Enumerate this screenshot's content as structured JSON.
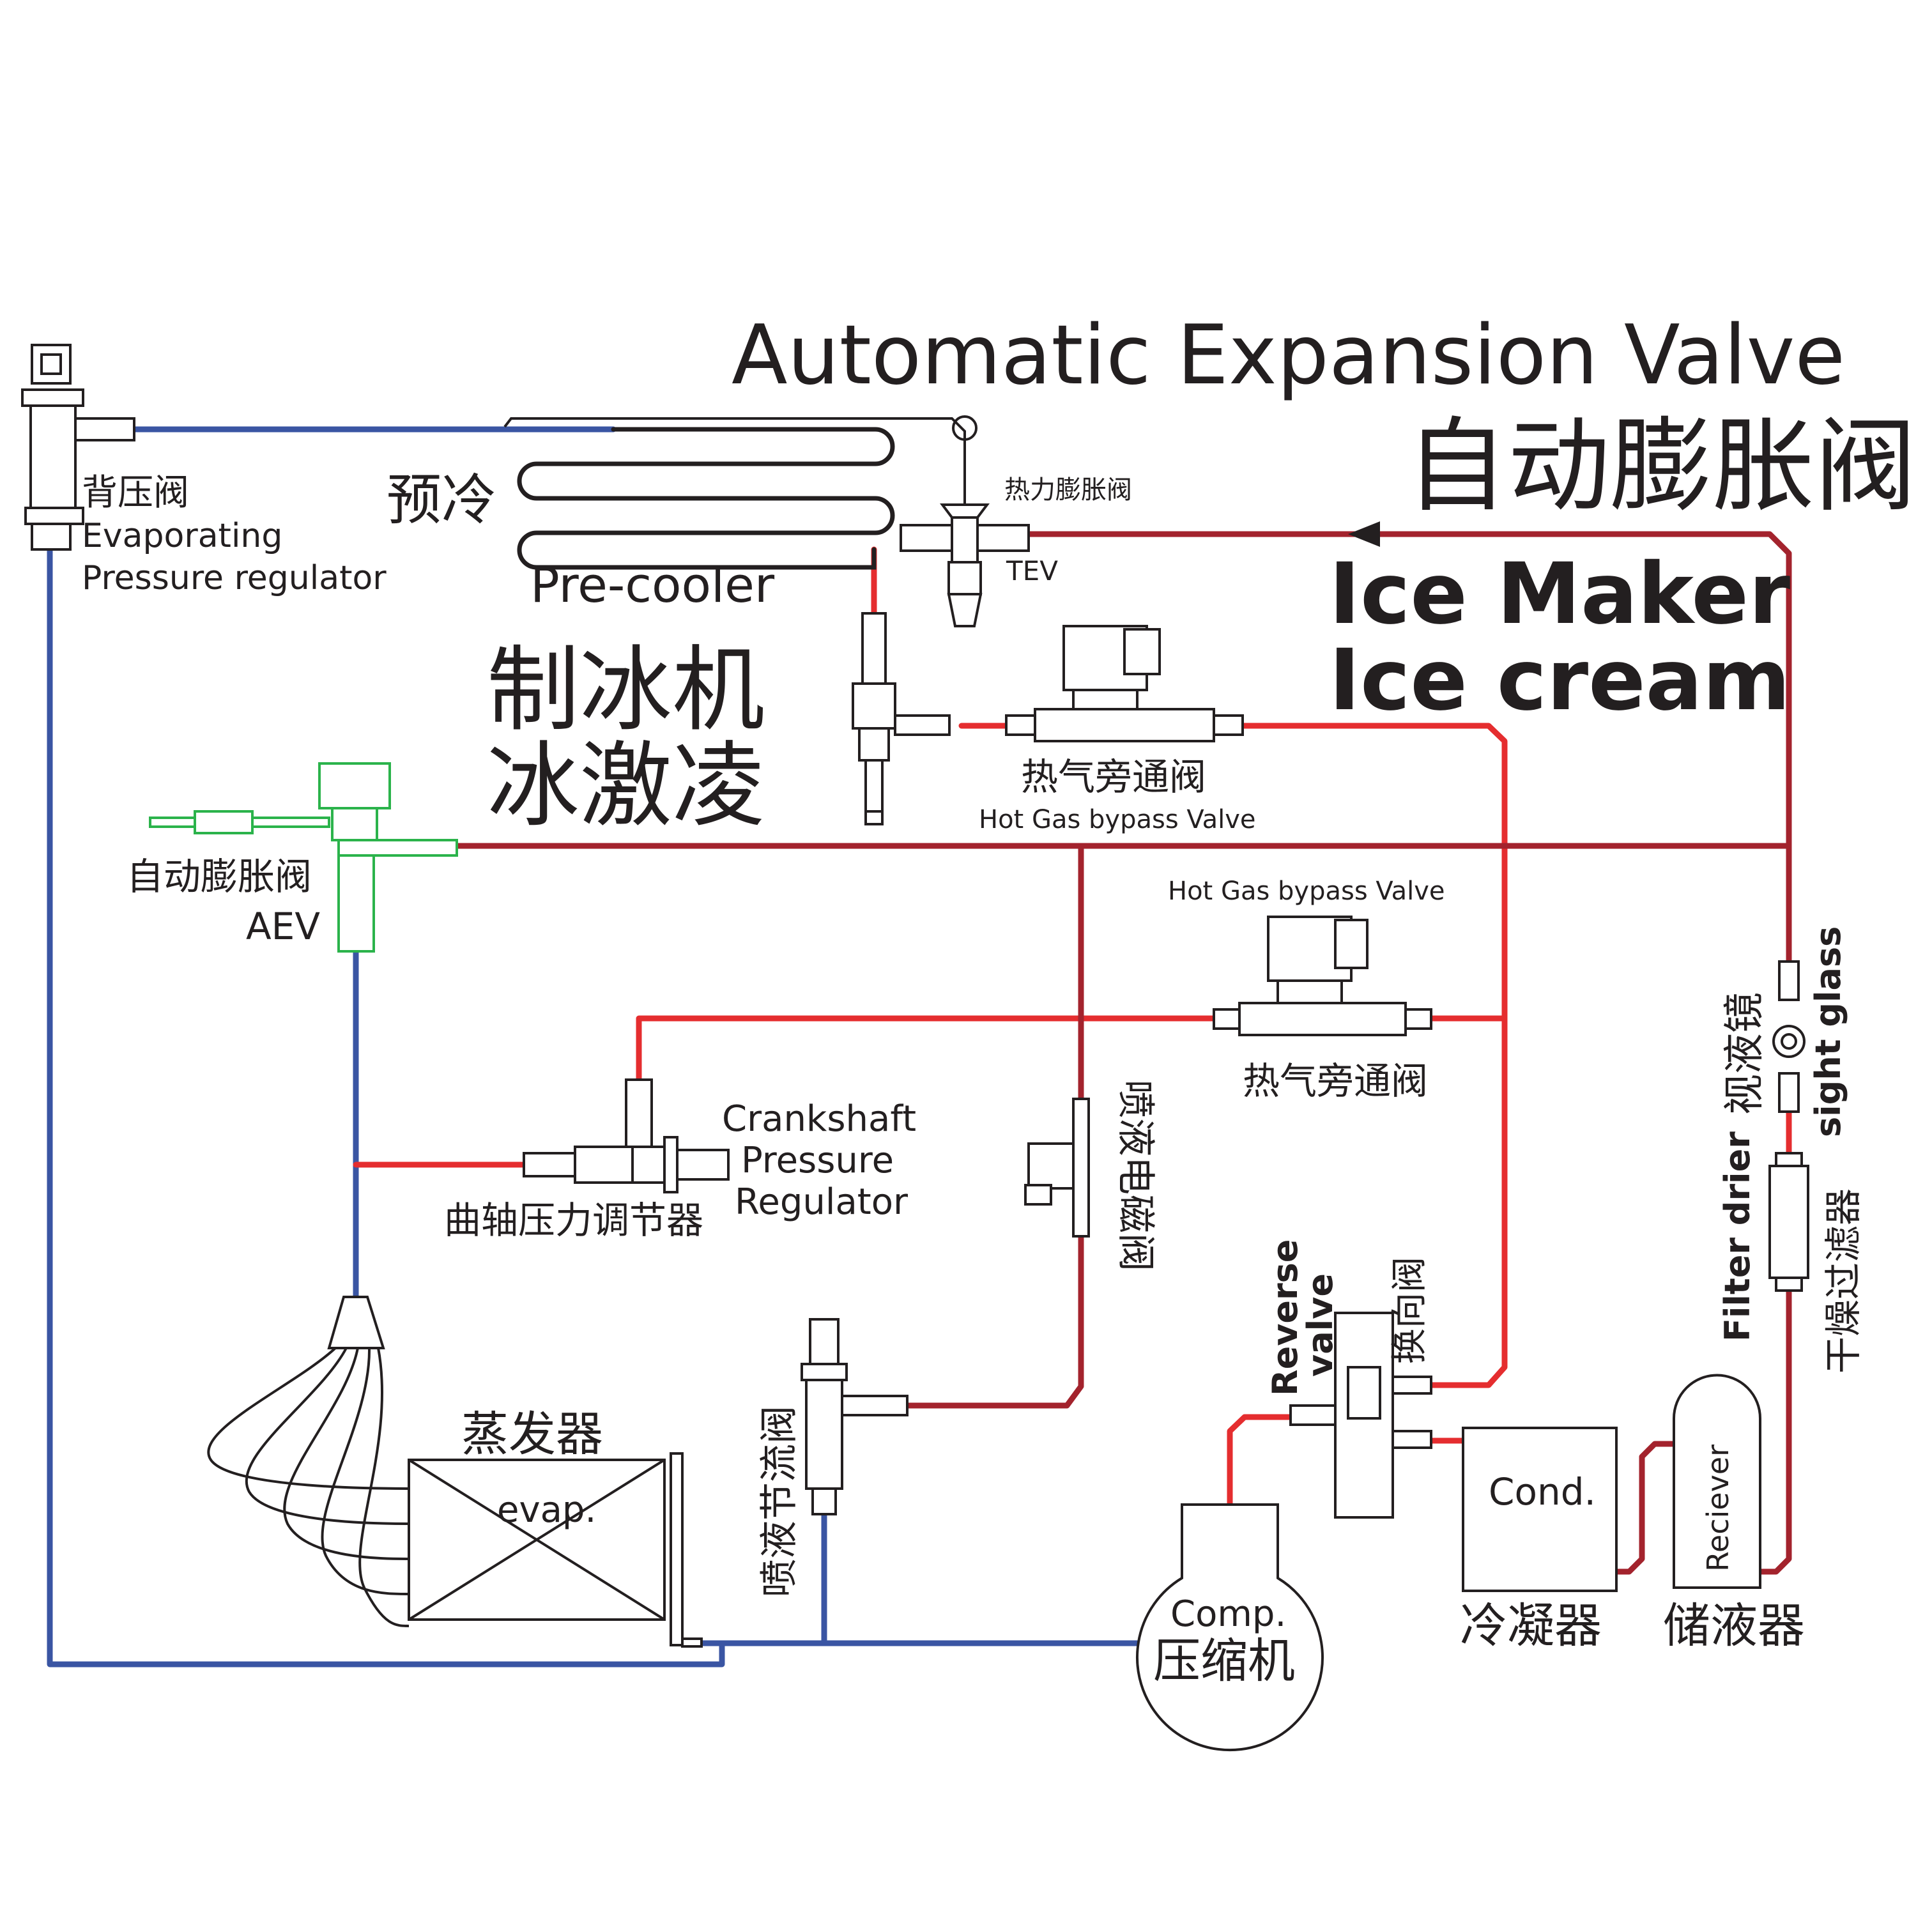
{
  "title": {
    "en": "Automatic Expansion Valve",
    "zh": "自动膨胀阀"
  },
  "application": {
    "en_line1": "Ice Maker",
    "en_line2": "Ice cream",
    "zh_line1": "制冰机",
    "zh_line2": "冰激凌"
  },
  "components": {
    "epr": {
      "zh": "背压阀",
      "en_line1": "Evaporating",
      "en_line2": "Pressure regulator"
    },
    "precooler": {
      "zh": "预冷",
      "en": "Pre-cooler"
    },
    "tev": {
      "zh": "热力膨胀阀",
      "en": "TEV"
    },
    "hot_gas_bypass_1": {
      "zh": "热气旁通阀",
      "en": "Hot Gas bypass Valve"
    },
    "hot_gas_bypass_2": {
      "zh": "热气旁通阀",
      "en": "Hot Gas bypass Valve"
    },
    "aev": {
      "zh": "自动膨胀阀",
      "en": "AEV"
    },
    "crankshaft": {
      "zh": "曲轴压力调节器",
      "en_line1": "Crankshaft",
      "en_line2": "Pressure",
      "en_line3": "Regulator"
    },
    "liquid_injection_solenoid": {
      "zh": "喷液电磁阀"
    },
    "liquid_injection_throttle": {
      "zh": "喷液节流阀"
    },
    "evaporator": {
      "zh": "蒸发器",
      "en": "evap."
    },
    "compressor": {
      "en": "Comp.",
      "zh": "压缩机"
    },
    "reverse_valve": {
      "en_line1": "Reverse",
      "en_line2": "valve",
      "zh": "换向阀"
    },
    "condenser": {
      "en": "Cond.",
      "zh": "冷凝器"
    },
    "receiver": {
      "en": "Reciever",
      "zh": "储液器"
    },
    "sight_glass": {
      "zh": "视液镜",
      "en": "sight glass"
    },
    "filter_drier": {
      "en": "Filter drier",
      "zh": "干燥过滤器"
    }
  },
  "colors": {
    "suction_line": "#3a55a3",
    "hot_gas_line": "#e52d2f",
    "liquid_line": "#a3232d",
    "aev_highlight": "#2bb34b",
    "outline": "#231f20"
  }
}
